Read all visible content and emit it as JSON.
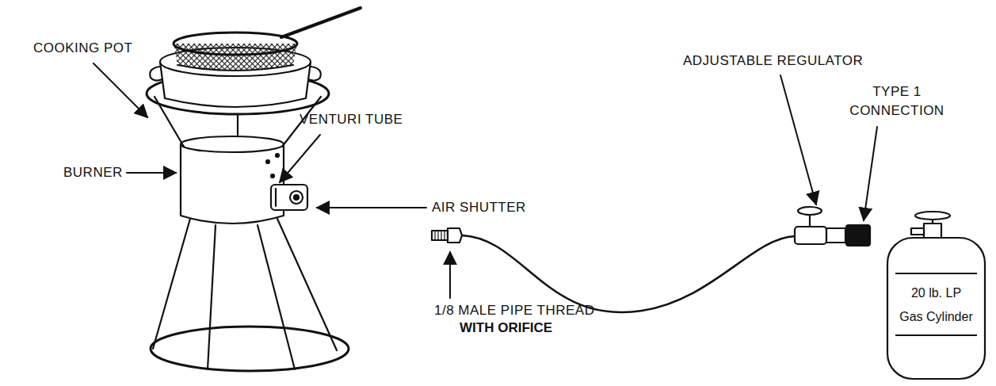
{
  "diagram": {
    "nodes": [
      {
        "text": [
          "20 lb. LP Gas Cylinder"
        ]
      }
    ],
    "labels": [
      "COOKING POT",
      "VENTURI TUBE",
      "BURNER",
      "AIR SHUTTER",
      "1/8 MALE PIPE THREAD",
      "WITH ORIFICE",
      "ADJUSTABLE REGULATOR",
      "TYPE 1 CONNECTION"
    ]
  }
}
